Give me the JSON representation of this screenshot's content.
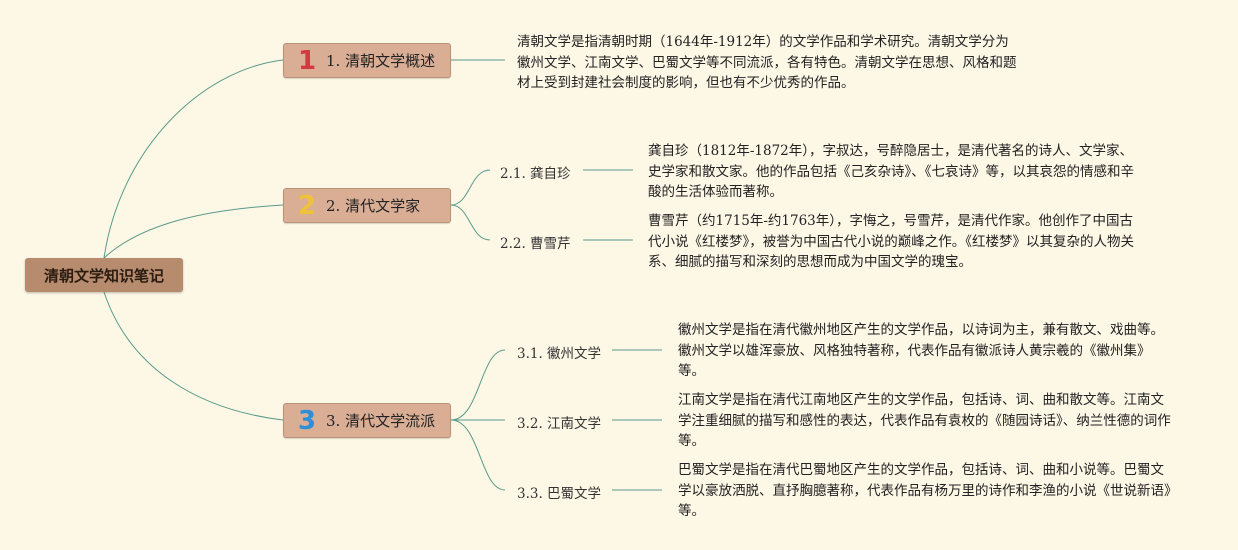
{
  "root": {
    "label": "清朝文学知识笔记"
  },
  "topics": [
    {
      "badge": "1",
      "badge_color": "#d33a3f",
      "label": "1. 清朝文学概述",
      "note": "清朝文学是指清朝时期（1644年-1912年）的文学作品和学术研究。清朝文学分为徽州文学、江南文学、巴蜀文学等不同流派，各有特色。清朝文学在思想、风格和题材上受到封建社会制度的影响，但也有不少优秀的作品。"
    },
    {
      "badge": "2",
      "badge_color": "#f0c23a",
      "label": "2. 清代文学家",
      "subs": [
        {
          "label": "2.1. 龚自珍",
          "note": "龚自珍（1812年-1872年），字叔达，号醉隐居士，是清代著名的诗人、文学家、史学家和散文家。他的作品包括《己亥杂诗》、《七哀诗》等，以其哀怨的情感和辛酸的生活体验而著称。"
        },
        {
          "label": "2.2. 曹雪芹",
          "note": "曹雪芹（约1715年-约1763年），字悔之，号雪芹，是清代作家。他创作了中国古代小说《红楼梦》，被誉为中国古代小说的巅峰之作。《红楼梦》以其复杂的人物关系、细腻的描写和深刻的思想而成为中国文学的瑰宝。"
        }
      ]
    },
    {
      "badge": "3",
      "badge_color": "#2f8fd6",
      "label": "3. 清代文学流派",
      "subs": [
        {
          "label": "3.1. 徽州文学",
          "note": "徽州文学是指在清代徽州地区产生的文学作品，以诗词为主，兼有散文、戏曲等。徽州文学以雄浑豪放、风格独特著称，代表作品有徽派诗人黄宗羲的《徽州集》等。"
        },
        {
          "label": "3.2. 江南文学",
          "note": "江南文学是指在清代江南地区产生的文学作品，包括诗、词、曲和散文等。江南文学注重细腻的描写和感性的表达，代表作品有袁枚的《随园诗话》、纳兰性德的词作等。"
        },
        {
          "label": "3.3. 巴蜀文学",
          "note": "巴蜀文学是指在清代巴蜀地区产生的文学作品，包括诗、词、曲和小说等。巴蜀文学以豪放洒脱、直抒胸臆著称，代表作品有杨万里的诗作和李渔的小说《世说新语》等。"
        }
      ]
    }
  ],
  "colors": {
    "background": "#fdf7e6",
    "root": "#b68b6e",
    "topic": "#d9ae95",
    "line": "#5a9a8a"
  }
}
